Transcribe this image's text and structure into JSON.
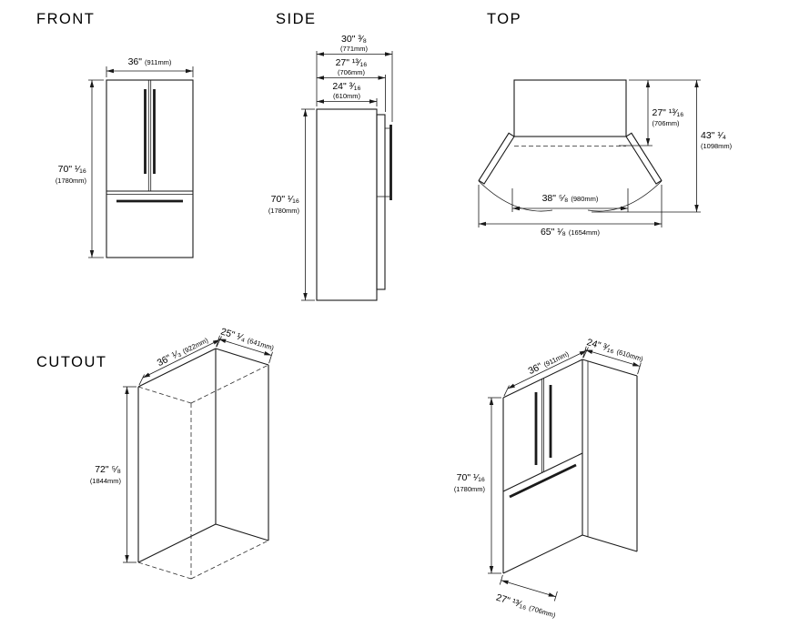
{
  "page": {
    "background": "#ffffff",
    "line_color": "#1a1a1a"
  },
  "views": {
    "front": {
      "title": "FRONT",
      "dims": {
        "width": {
          "in": "36\"",
          "mm": "(911mm)"
        },
        "height": {
          "in": "70\" ¹⁄₁₆",
          "mm": "(1780mm)"
        }
      }
    },
    "side": {
      "title": "SIDE",
      "dims": {
        "depth_handle": {
          "in": "30\" ³⁄₈",
          "mm": "(771mm)"
        },
        "depth_door": {
          "in": "27\" ¹³⁄₁₆",
          "mm": "(706mm)"
        },
        "depth_body": {
          "in": "24\" ³⁄₁₆",
          "mm": "(610mm)"
        },
        "height": {
          "in": "70\" ¹⁄₁₆",
          "mm": "(1780mm)"
        }
      }
    },
    "top": {
      "title": "TOP",
      "dims": {
        "depth_door": {
          "in": "27\" ¹³⁄₁₆",
          "mm": "(706mm)"
        },
        "depth_open": {
          "in": "43\" ¹⁄₄",
          "mm": "(1098mm)"
        },
        "width_clear": {
          "in": "38\" ⁵⁄₈",
          "mm": "(980mm)"
        },
        "width_open": {
          "in": "65\" ¹⁄₈",
          "mm": "(1654mm)"
        }
      }
    },
    "cutout": {
      "title": "CUTOUT",
      "dims": {
        "width": {
          "in": "36\" ¹⁄₃",
          "mm": "(922mm)"
        },
        "depth": {
          "in": "25\" ¹⁄₄",
          "mm": "(641mm)"
        },
        "height": {
          "in": "72\" ⁵⁄₈",
          "mm": "(1844mm)"
        }
      }
    },
    "iso": {
      "dims": {
        "width": {
          "in": "36\"",
          "mm": "(911mm)"
        },
        "depth": {
          "in": "24\" ³⁄₁₆",
          "mm": "(610mm)"
        },
        "height": {
          "in": "70\" ¹⁄₁₆",
          "mm": "(1780mm)"
        },
        "depth_door": {
          "in": "27\" ¹³⁄₁₆",
          "mm": "(706mm)"
        }
      }
    }
  }
}
